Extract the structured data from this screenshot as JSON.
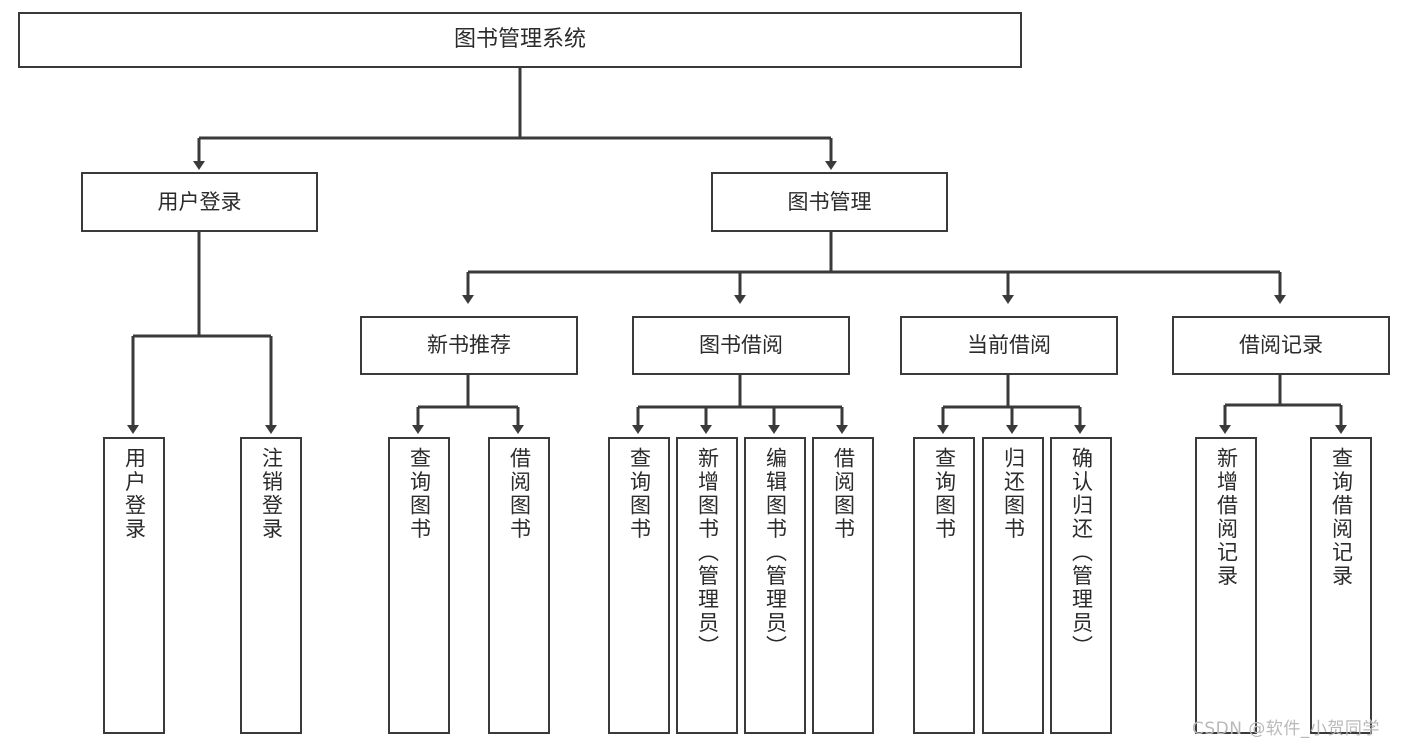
{
  "diagram": {
    "title": "图书管理系统",
    "type": "tree",
    "root": {
      "id": "root",
      "label": "图书管理系统"
    },
    "level2": [
      {
        "id": "user-login",
        "label": "用户登录"
      },
      {
        "id": "book-manage",
        "label": "图书管理"
      }
    ],
    "level3": [
      {
        "id": "new-book-rec",
        "label": "新书推荐",
        "parent": "book-manage"
      },
      {
        "id": "book-borrow",
        "label": "图书借阅",
        "parent": "book-manage"
      },
      {
        "id": "current-borrow",
        "label": "当前借阅",
        "parent": "book-manage"
      },
      {
        "id": "borrow-record",
        "label": "借阅记录",
        "parent": "book-manage"
      }
    ],
    "leaves": [
      {
        "id": "leaf-user-login",
        "label": "用户登录",
        "parent": "user-login"
      },
      {
        "id": "leaf-user-logout",
        "label": "注销登录",
        "parent": "user-login"
      },
      {
        "id": "leaf-query-book-1",
        "label": "查询图书",
        "parent": "new-book-rec"
      },
      {
        "id": "leaf-borrow-book-1",
        "label": "借阅图书",
        "parent": "new-book-rec"
      },
      {
        "id": "leaf-query-book-2",
        "label": "查询图书",
        "parent": "book-borrow"
      },
      {
        "id": "leaf-add-book",
        "label": "新增图书（管理员）",
        "parent": "book-borrow"
      },
      {
        "id": "leaf-edit-book",
        "label": "编辑图书（管理员）",
        "parent": "book-borrow"
      },
      {
        "id": "leaf-borrow-book-2",
        "label": "借阅图书",
        "parent": "book-borrow"
      },
      {
        "id": "leaf-query-book-3",
        "label": "查询图书",
        "parent": "current-borrow"
      },
      {
        "id": "leaf-return-book",
        "label": "归还图书",
        "parent": "current-borrow"
      },
      {
        "id": "leaf-confirm-return",
        "label": "确认归还（管理员）",
        "parent": "current-borrow"
      },
      {
        "id": "leaf-add-record",
        "label": "新增借阅记录",
        "parent": "borrow-record"
      },
      {
        "id": "leaf-query-record",
        "label": "查询借阅记录",
        "parent": "borrow-record"
      }
    ],
    "watermark": "CSDN @软件_小贺同学",
    "colors": {
      "stroke": "#3a3a3a",
      "text": "#2b2b2b",
      "background": "#ffffff",
      "watermark": "#b9b9b9"
    }
  }
}
